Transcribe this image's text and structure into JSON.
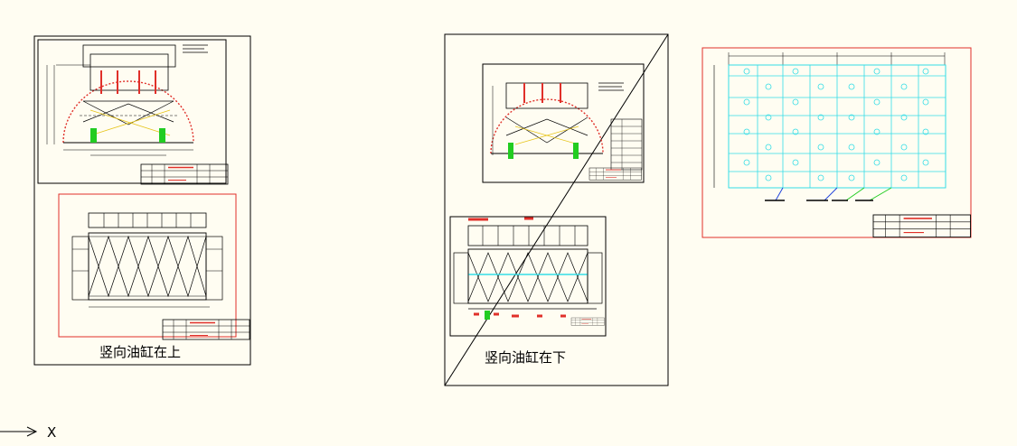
{
  "drawing": {
    "sheets": [
      {
        "caption": "竖向油缸在上"
      },
      {
        "caption": "竖向油缸在下"
      },
      {
        "caption": ""
      }
    ],
    "ucs": {
      "axis_label": "X"
    }
  },
  "colors": {
    "background": "#fffdf2",
    "line": "#000000",
    "border_red": "#e0302a",
    "green": "#22cc22",
    "cyan": "#33dde6",
    "blue": "#2244dd"
  }
}
